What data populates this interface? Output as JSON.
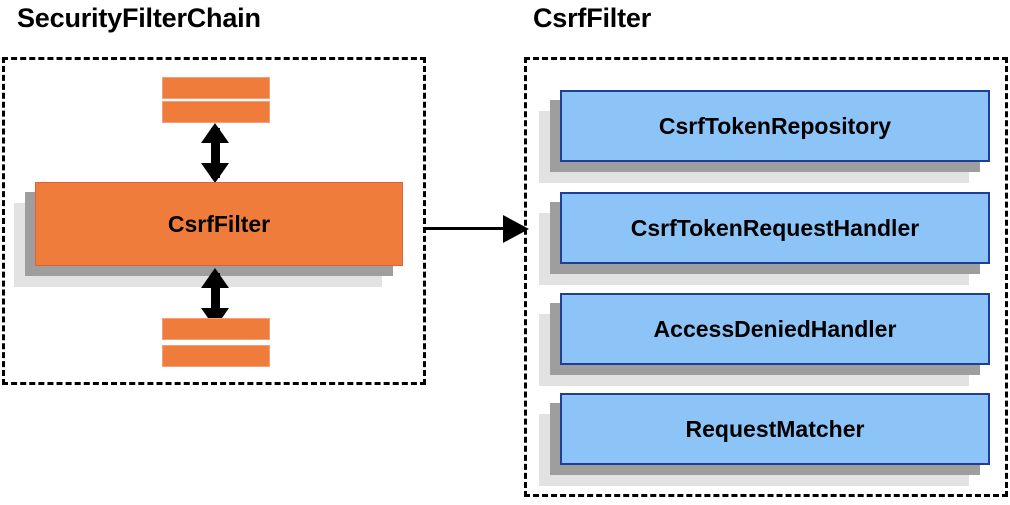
{
  "diagram": {
    "type": "component-diagram",
    "background_color": "#ffffff",
    "panels": [
      {
        "id": "security-filter-chain",
        "title": "SecurityFilterChain",
        "border_style": "dashed",
        "border_color": "#000000"
      },
      {
        "id": "csrf-filter",
        "title": "CsrfFilter",
        "border_style": "dashed",
        "border_color": "#000000"
      }
    ]
  },
  "left_panel": {
    "title": "SecurityFilterChain",
    "filter_box": {
      "label": "CsrfFilter",
      "fill_color": "#f07c3c",
      "shadow_near_color": "#9e9e9e",
      "shadow_far_color": "#e2e2e2"
    },
    "top_bars": [
      {
        "name": "filter-bar-top-1",
        "fill_color": "#f07c3c"
      },
      {
        "name": "filter-bar-top-2",
        "fill_color": "#f07c3c"
      }
    ],
    "bottom_bars": [
      {
        "name": "filter-bar-bottom-1",
        "fill_color": "#f07c3c"
      },
      {
        "name": "filter-bar-bottom-2",
        "fill_color": "#f07c3c"
      }
    ],
    "arrows": [
      {
        "name": "arrow-up-down-top",
        "direction": "both",
        "orientation": "vertical"
      },
      {
        "name": "arrow-up-down-bottom",
        "direction": "both",
        "orientation": "vertical"
      }
    ]
  },
  "connector": {
    "name": "csrf-filter-expand-arrow",
    "direction": "right",
    "from": "SecurityFilterChain",
    "to": "CsrfFilter",
    "color": "#000000"
  },
  "right_panel": {
    "title": "CsrfFilter",
    "collaborators": [
      {
        "label": "CsrfTokenRepository",
        "fill_color": "#8cc4f8",
        "border_color": "#1f3d99"
      },
      {
        "label": "CsrfTokenRequestHandler",
        "fill_color": "#8cc4f8",
        "border_color": "#1f3d99"
      },
      {
        "label": "AccessDeniedHandler",
        "fill_color": "#8cc4f8",
        "border_color": "#1f3d99"
      },
      {
        "label": "RequestMatcher",
        "fill_color": "#8cc4f8",
        "border_color": "#1f3d99"
      }
    ]
  }
}
